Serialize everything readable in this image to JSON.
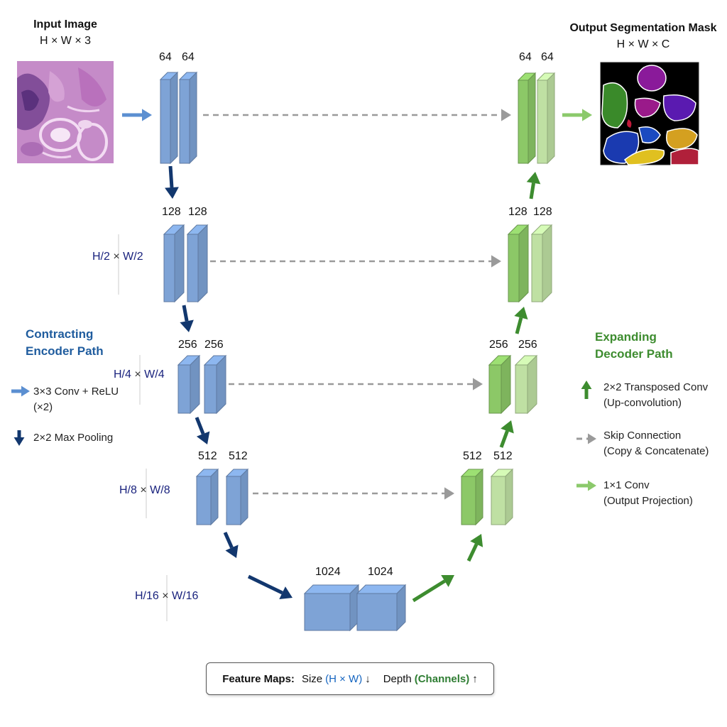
{
  "input": {
    "title": "Input Image",
    "dims": "H × W × 3"
  },
  "output": {
    "title": "Output Segmentation Mask",
    "dims": "H × W × C"
  },
  "encoder": {
    "title_line1": "Contracting",
    "title_line2": "Encoder Path",
    "levels": [
      {
        "channels": [
          "64",
          "64"
        ]
      },
      {
        "channels": [
          "128",
          "128"
        ],
        "size_h": "H/2",
        "size_w": "W/2"
      },
      {
        "channels": [
          "256",
          "256"
        ],
        "size_h": "H/4",
        "size_w": "W/4"
      },
      {
        "channels": [
          "512",
          "512"
        ],
        "size_h": "H/8",
        "size_w": "W/8"
      }
    ]
  },
  "bottleneck": {
    "channels": [
      "1024",
      "1024"
    ],
    "size_h": "H/16",
    "size_w": "W/16"
  },
  "decoder": {
    "title_line1": "Expanding",
    "title_line2": "Decoder Path",
    "levels": [
      {
        "channels": [
          "64",
          "64"
        ]
      },
      {
        "channels": [
          "128",
          "128"
        ]
      },
      {
        "channels": [
          "256",
          "256"
        ]
      },
      {
        "channels": [
          "512",
          "512"
        ]
      }
    ]
  },
  "times": "×",
  "legend_left": [
    {
      "icon": "conv-arrow-icon",
      "line1": "3×3 Conv + ReLU",
      "line2": "(×2)"
    },
    {
      "icon": "maxpool-arrow-icon",
      "line1": "2×2 Max Pooling",
      "line2": ""
    }
  ],
  "legend_right": [
    {
      "icon": "upconv-arrow-icon",
      "line1": "2×2 Transposed Conv",
      "line2": "(Up-convolution)"
    },
    {
      "icon": "skip-arrow-icon",
      "line1": "Skip Connection",
      "line2": "(Copy & Concatenate)"
    },
    {
      "icon": "output-arrow-icon",
      "line1": "1×1 Conv",
      "line2": "(Output Projection)"
    }
  ],
  "feature_maps": {
    "label": "Feature Maps:",
    "size_text": "Size",
    "size_hw": "(H × W)",
    "depth_text": "Depth",
    "depth_channels": "(Channels)"
  },
  "colors": {
    "encoder_block": "#7ea3d6",
    "decoder_block": "#8cc867",
    "decoder_block_light": "#bfe0a3",
    "pool_arrow": "#12376e",
    "conv_arrow": "#5b8fd1",
    "upconv_arrow": "#3d8c2f",
    "skip_arrow": "#9a9a9a",
    "output_arrow": "#8bc96b"
  }
}
